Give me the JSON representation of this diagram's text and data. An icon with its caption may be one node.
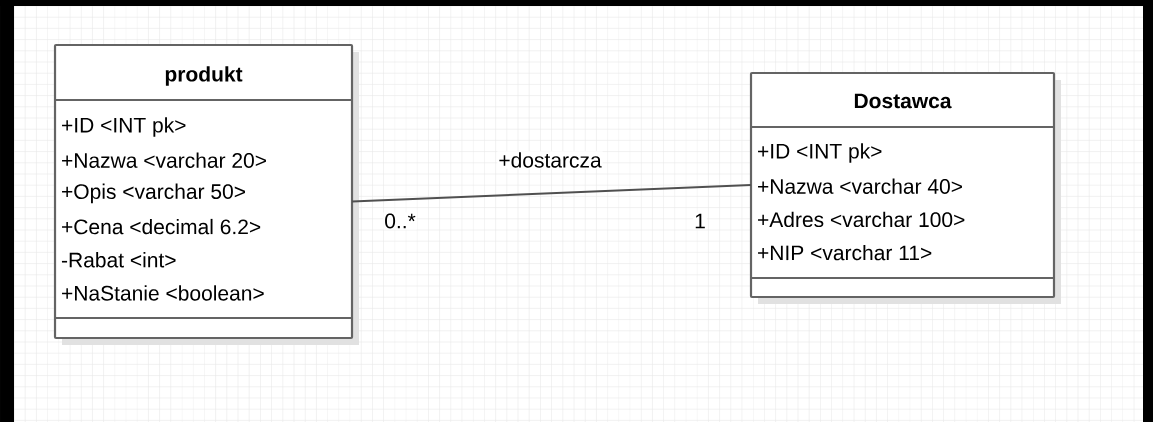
{
  "diagram": {
    "nodes": [
      {
        "text": [
          "produkt",
          "+ID <INT pk>",
          "+Nazwa <varchar 20>",
          "+Opis <varchar 50>",
          "+Cena <decimal 6.2>",
          "-Rabat <int>",
          "+NaStanie <boolean>"
        ]
      },
      {
        "text": [
          "Dostawca",
          "+ID <INT pk>",
          "+Nazwa <varchar 40>",
          "+Adres <varchar 100>",
          "+NIP <varchar 11>"
        ]
      }
    ],
    "edges": [
      {
        "from": 0,
        "to": 1,
        "arrow": "none",
        "label": "+dostarcza"
      }
    ],
    "labels": [
      "0..*",
      "1"
    ]
  }
}
